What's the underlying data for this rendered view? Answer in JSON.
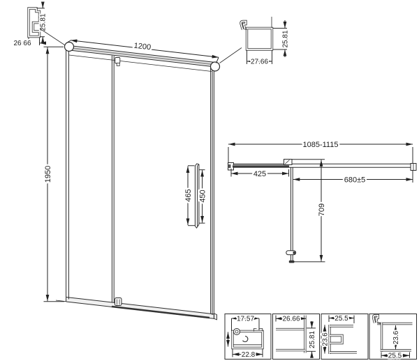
{
  "drawing_type": "shower-door-technical-drawing",
  "colors": {
    "line": "#2b2b2b",
    "dark_fill": "#3a3a3a",
    "rail_fill": "#e9e9e9"
  },
  "front_view": {
    "width": "1200",
    "height": "1950",
    "handle_outer": "465",
    "handle_inner": "450"
  },
  "plan_view": {
    "adjust_range": "1085-1115",
    "fixed_panel": "425",
    "door_opening": "680±5",
    "panel_depth": "709"
  },
  "wall_profile_detail": {
    "width": "26 66",
    "height": "25.81"
  },
  "top_rail_detail": {
    "width": "27.66",
    "height": "25.81"
  },
  "bottom_details": [
    {
      "dim_top": "17.57",
      "dim_bottom": "22.8"
    },
    {
      "dim_top": "26.66",
      "dim_side": "25.81"
    },
    {
      "dim_top": "25.5",
      "dim_side": "23.6"
    },
    {
      "dim_side": "23.6",
      "dim_bottom": "25.5"
    }
  ]
}
